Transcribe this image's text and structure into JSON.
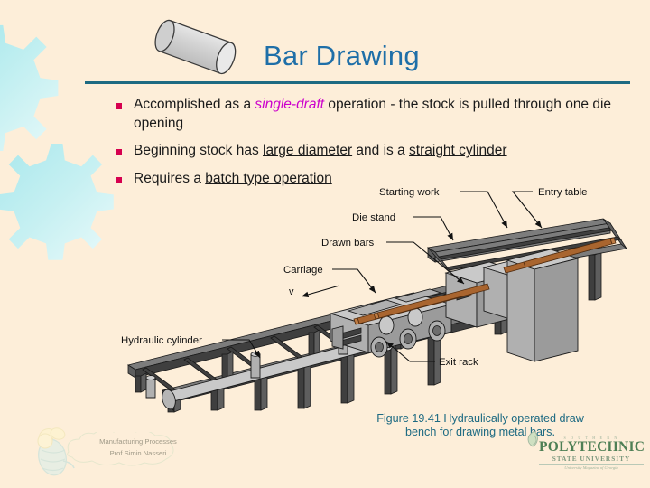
{
  "slide": {
    "title": "Bar Drawing",
    "background_color": "#fdeed9",
    "accent_color": "#1d6a82",
    "title_color": "#1f6fa8",
    "bullet_color": "#d6004f"
  },
  "bullets": [
    {
      "pre": "Accomplished as a ",
      "emphasis": "single-draft",
      "post": " operation - the stock is pulled through one die opening"
    },
    {
      "pre": "Beginning stock has ",
      "underline1": "large diameter",
      "mid": " and is a ",
      "underline2": "straight cylinder",
      "post": ""
    },
    {
      "pre": "Requires a ",
      "underline1": "batch type operation",
      "mid": "",
      "underline2": "",
      "post": ""
    }
  ],
  "figure": {
    "labels": {
      "starting_work": "Starting work",
      "entry_table": "Entry table",
      "die_stand": "Die stand",
      "drawn_bars": "Drawn bars",
      "carriage": "Carriage",
      "velocity": "v",
      "hydraulic_cylinder": "Hydraulic cylinder",
      "exit_rack": "Exit rack"
    },
    "colors": {
      "bar_copper": "#b5713a",
      "metal_gray": "#b9b9b9",
      "frame_dark": "#575757"
    }
  },
  "caption": {
    "line1": "Figure 19.41  Hydraulically operated draw",
    "line2": "bench for drawing metal bars."
  },
  "footer": {
    "course": "Manufacturing Processes",
    "instructor": "Prof Simin Nasseri"
  },
  "logo": {
    "top": "S O U T H E R N",
    "name": "POLYTECHNIC",
    "sub": "STATE UNIVERSITY",
    "tagline": "University Magazine of Georgia"
  }
}
